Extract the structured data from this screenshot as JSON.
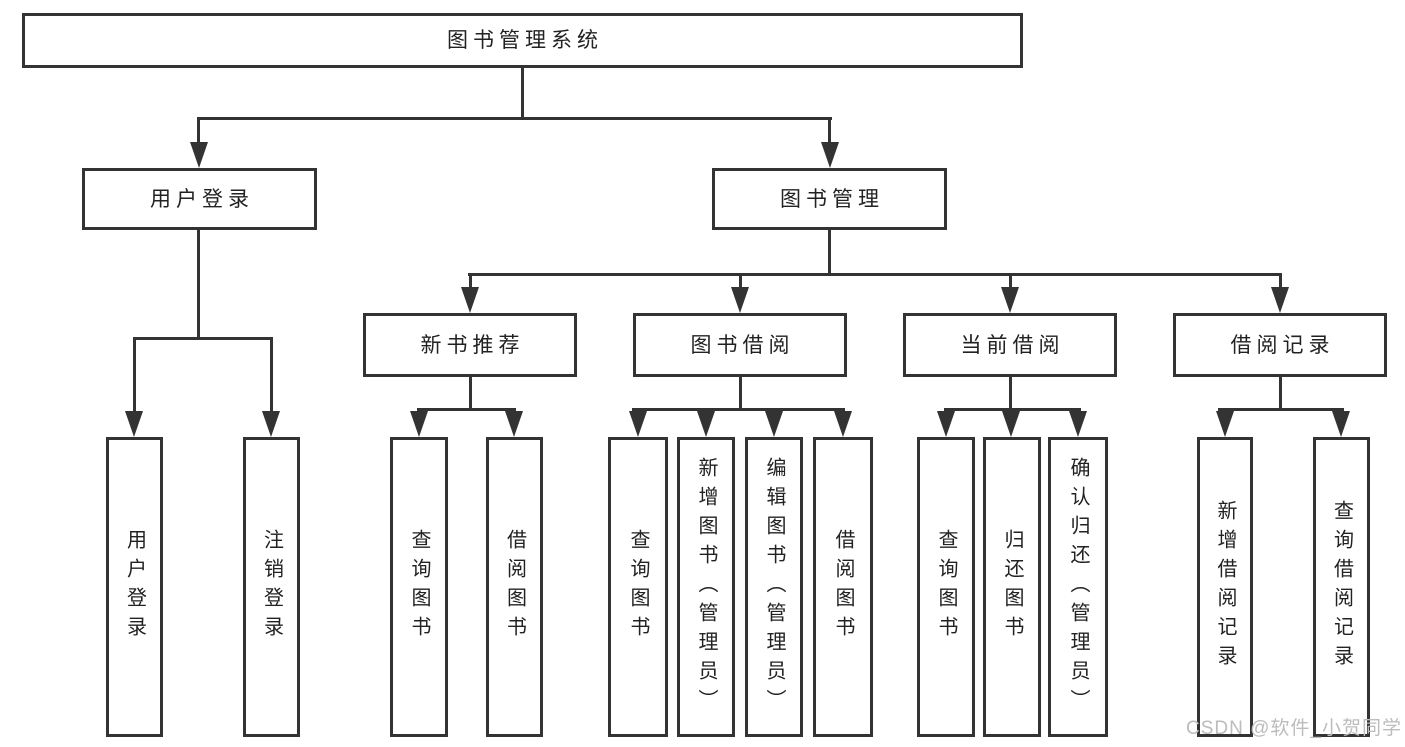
{
  "tree": {
    "root": {
      "label": "图书管理系统"
    },
    "branches": [
      {
        "label": "用户登录",
        "leaves": [
          {
            "label": "用户登录"
          },
          {
            "label": "注销登录"
          }
        ]
      },
      {
        "label": "图书管理",
        "groups": [
          {
            "label": "新书推荐",
            "leaves": [
              {
                "label": "查询图书"
              },
              {
                "label": "借阅图书"
              }
            ]
          },
          {
            "label": "图书借阅",
            "leaves": [
              {
                "label": "查询图书"
              },
              {
                "label": "新增图书（管理员）"
              },
              {
                "label": "编辑图书（管理员）"
              },
              {
                "label": "借阅图书"
              }
            ]
          },
          {
            "label": "当前借阅",
            "leaves": [
              {
                "label": "查询图书"
              },
              {
                "label": "归还图书"
              },
              {
                "label": "确认归还（管理员）"
              }
            ]
          },
          {
            "label": "借阅记录",
            "leaves": [
              {
                "label": "新增借阅记录"
              },
              {
                "label": "查询借阅记录"
              }
            ]
          }
        ]
      }
    ]
  },
  "watermark": {
    "text": "CSDN @软件_小贺同学"
  },
  "colors": {
    "line": "#333333",
    "text": "#222222",
    "watermark": "#bcbcbc",
    "background": "#ffffff"
  }
}
